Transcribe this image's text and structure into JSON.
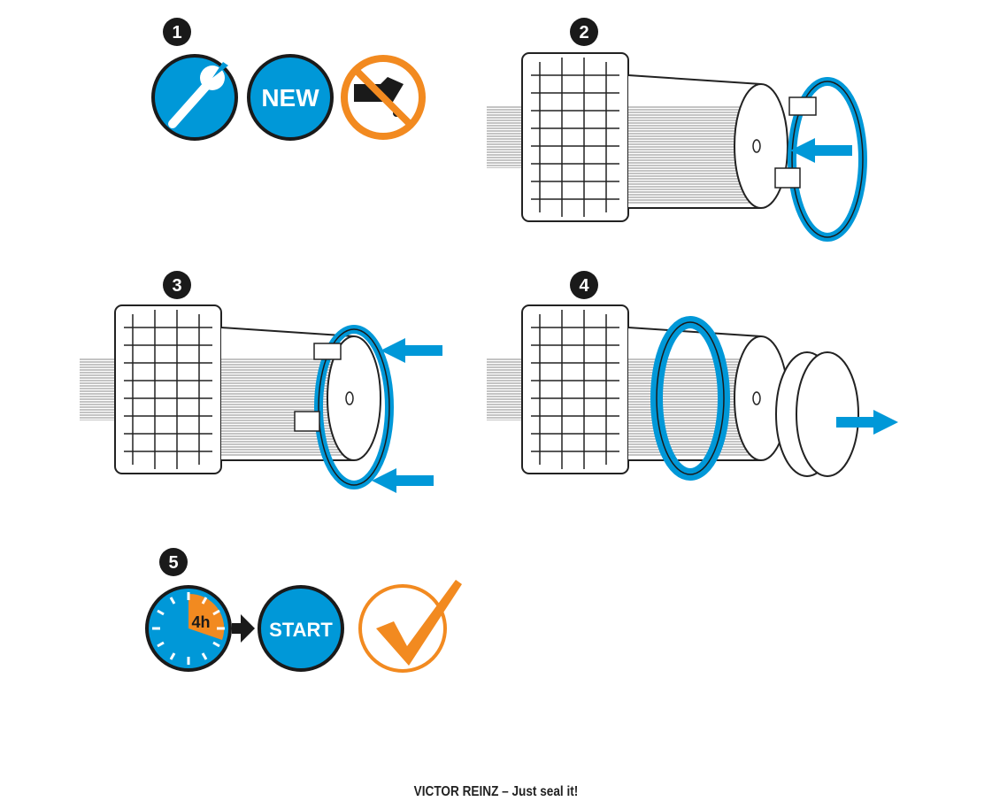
{
  "steps": [
    {
      "number": "1",
      "icons": [
        "wrench-icon",
        "new-part-icon",
        "no-oil-icon"
      ],
      "new_label": "NEW"
    },
    {
      "number": "2",
      "description_icon": "seal-with-sleeve-mounting-icon"
    },
    {
      "number": "3",
      "description_icon": "press-seal-icon"
    },
    {
      "number": "4",
      "description_icon": "remove-sleeve-icon"
    },
    {
      "number": "5",
      "icons": [
        "clock-icon",
        "start-icon",
        "check-icon"
      ],
      "wait_label": "4h",
      "start_label": "START"
    }
  ],
  "footer": {
    "text": "VICTOR REINZ – Just seal it!"
  },
  "colors": {
    "blue": "#0098d8",
    "orange": "#f28a20",
    "black": "#1a1a1a"
  }
}
